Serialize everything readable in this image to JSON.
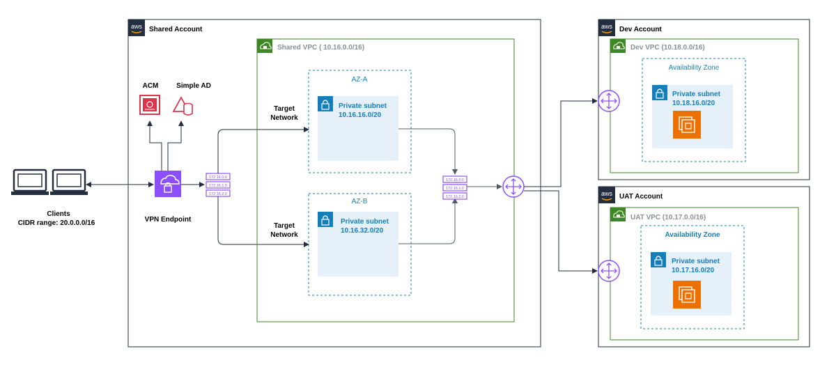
{
  "colors": {
    "vpc_border": "#3f8624",
    "az_border": "#147eba",
    "subnet_fill": "#e6f0f8",
    "subnet_icon": "#147eba",
    "az_text": "#147eba",
    "vpc_title": "#879196",
    "acm": "#dd344c",
    "vpn": "#8c4fff",
    "ec2": "#ed7100",
    "router": "#8c4fff",
    "line": "#232f3e",
    "account_border": "#232f3e"
  },
  "clients": {
    "label_line1": "Clients",
    "label_line2": "CIDR range: 20.0.0.0/16"
  },
  "shared_account": {
    "title": "Shared Account",
    "aws_logo": "aws",
    "acm_label": "ACM",
    "simple_ad_label": "Simple AD",
    "vpn_label": "VPN Endpoint",
    "route_entries": [
      "172.16.0.0",
      "172.16.1.0",
      "172.16.2.0"
    ],
    "vpc": {
      "title": "Shared VPC ( 10.16.0.0/16)",
      "target_network_1": [
        "Target",
        "Network"
      ],
      "target_network_2": [
        "Target",
        "Network"
      ],
      "az_a": {
        "label": "AZ-A",
        "subnet_line1": "Private subnet",
        "subnet_line2": "10.16.16.0/20"
      },
      "az_b": {
        "label": "AZ-B",
        "subnet_line1": "Private subnet",
        "subnet_line2": "10.16.32.0/20"
      },
      "route_entries": [
        "172.16.0.0",
        "172.16.1.0",
        "172.16.2.0"
      ]
    }
  },
  "dev_account": {
    "title": "Dev Account",
    "aws_logo": "aws",
    "vpc_title": "Dev VPC (10.18.0.0/16)",
    "az_label": "Availability Zone",
    "subnet_line1": "Private subnet",
    "subnet_line2": "10.18.16.0/20"
  },
  "uat_account": {
    "title": "UAT Account",
    "aws_logo": "aws",
    "vpc_title": "UAT VPC (10.17.0.0/16)",
    "az_label": "Availability Zone",
    "subnet_line1": "Private subnet",
    "subnet_line2": "10.17.16.0/20"
  }
}
